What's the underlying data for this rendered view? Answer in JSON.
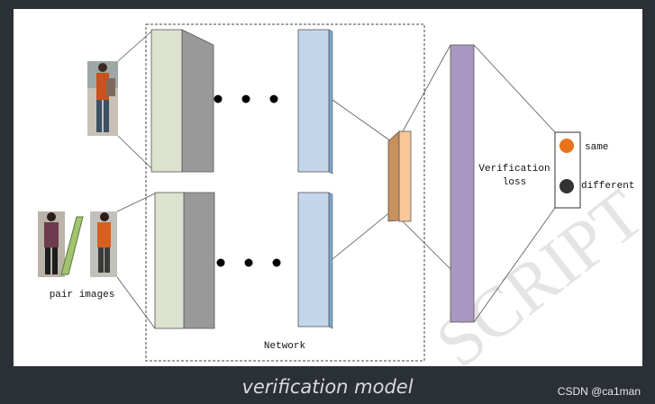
{
  "diagram": {
    "pair_images_label": "pair images",
    "network_label": "Network",
    "loss_label_line1": "Verification",
    "loss_label_line2": "loss",
    "outputs": [
      {
        "label": "same",
        "color": "#e8731a"
      },
      {
        "label": "different",
        "color": "#333333"
      }
    ],
    "watermark": "SCRIPT",
    "colors": {
      "conv_front": "#dde2cf",
      "conv_side": "#999999",
      "fc_front": "#c4d6ec",
      "small_front": "#f8c89a",
      "small_side": "#c8905d",
      "loss_bar": "#a998c2",
      "arrow_green": "#a2c470"
    }
  },
  "caption": "verification model",
  "credit": "CSDN @ca1man"
}
